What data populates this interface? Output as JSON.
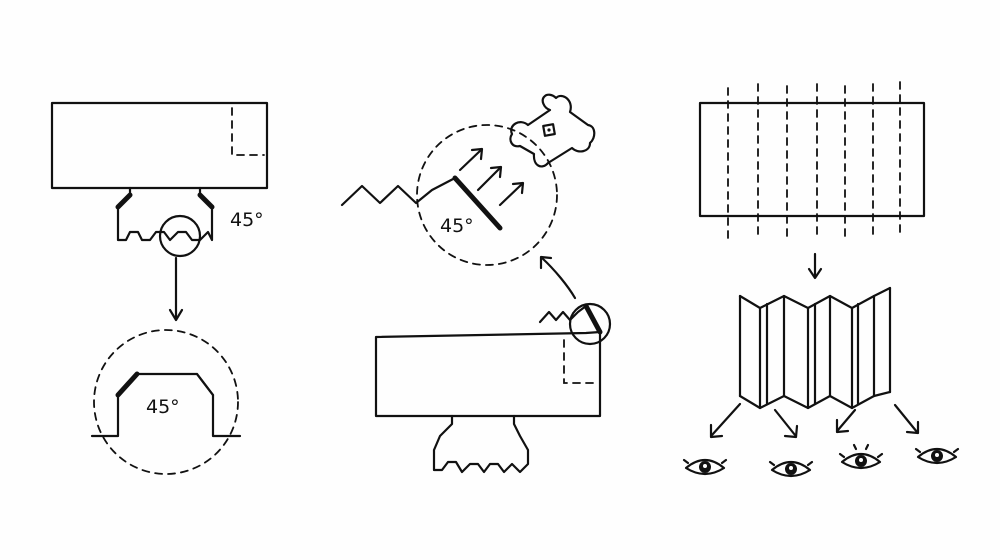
{
  "panels": {
    "left": {
      "angle_label_top": "45°",
      "angle_label_detail": "45°"
    },
    "middle": {
      "angle_label_detail": "45°"
    },
    "right": {
      "viewer_count": 4
    }
  },
  "colors": {
    "ink": "#111111",
    "paper": "#fefefe"
  }
}
